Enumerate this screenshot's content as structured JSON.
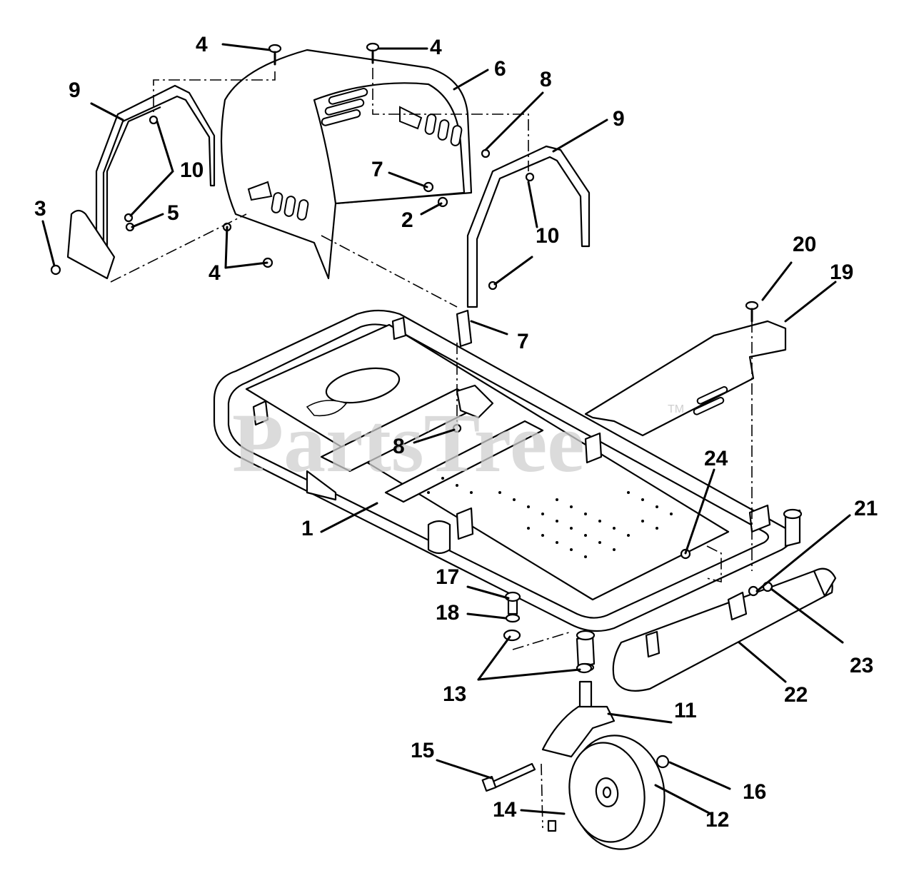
{
  "watermark": {
    "text": "PartsTree",
    "trademark": "TM"
  },
  "callouts": {
    "c1": "1",
    "c2": "2",
    "c3": "3",
    "c4a": "4",
    "c4b": "4",
    "c4c": "4",
    "c5": "5",
    "c6": "6",
    "c7a": "7",
    "c7b": "7",
    "c8a": "8",
    "c8b": "8",
    "c9a": "9",
    "c9b": "9",
    "c10a": "10",
    "c10b": "10",
    "c11": "11",
    "c12": "12",
    "c13": "13",
    "c14": "14",
    "c15": "15",
    "c16": "16",
    "c17": "17",
    "c18": "18",
    "c19": "19",
    "c20": "20",
    "c21": "21",
    "c22": "22",
    "c23": "23",
    "c24": "24"
  }
}
